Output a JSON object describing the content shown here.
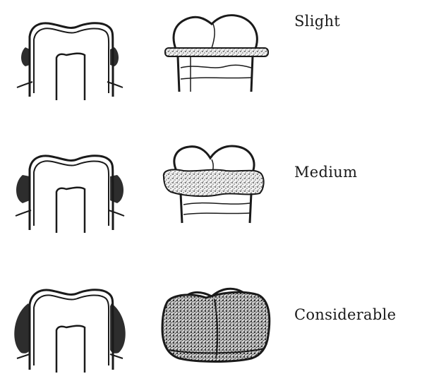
{
  "levels": [
    {
      "label": "Slight"
    },
    {
      "label": "Medium"
    },
    {
      "label": "Considerable"
    }
  ],
  "colors": {
    "ink": "#1a1a1a",
    "deposit_fill": "#3a3a3a",
    "stipple": "#555555"
  }
}
